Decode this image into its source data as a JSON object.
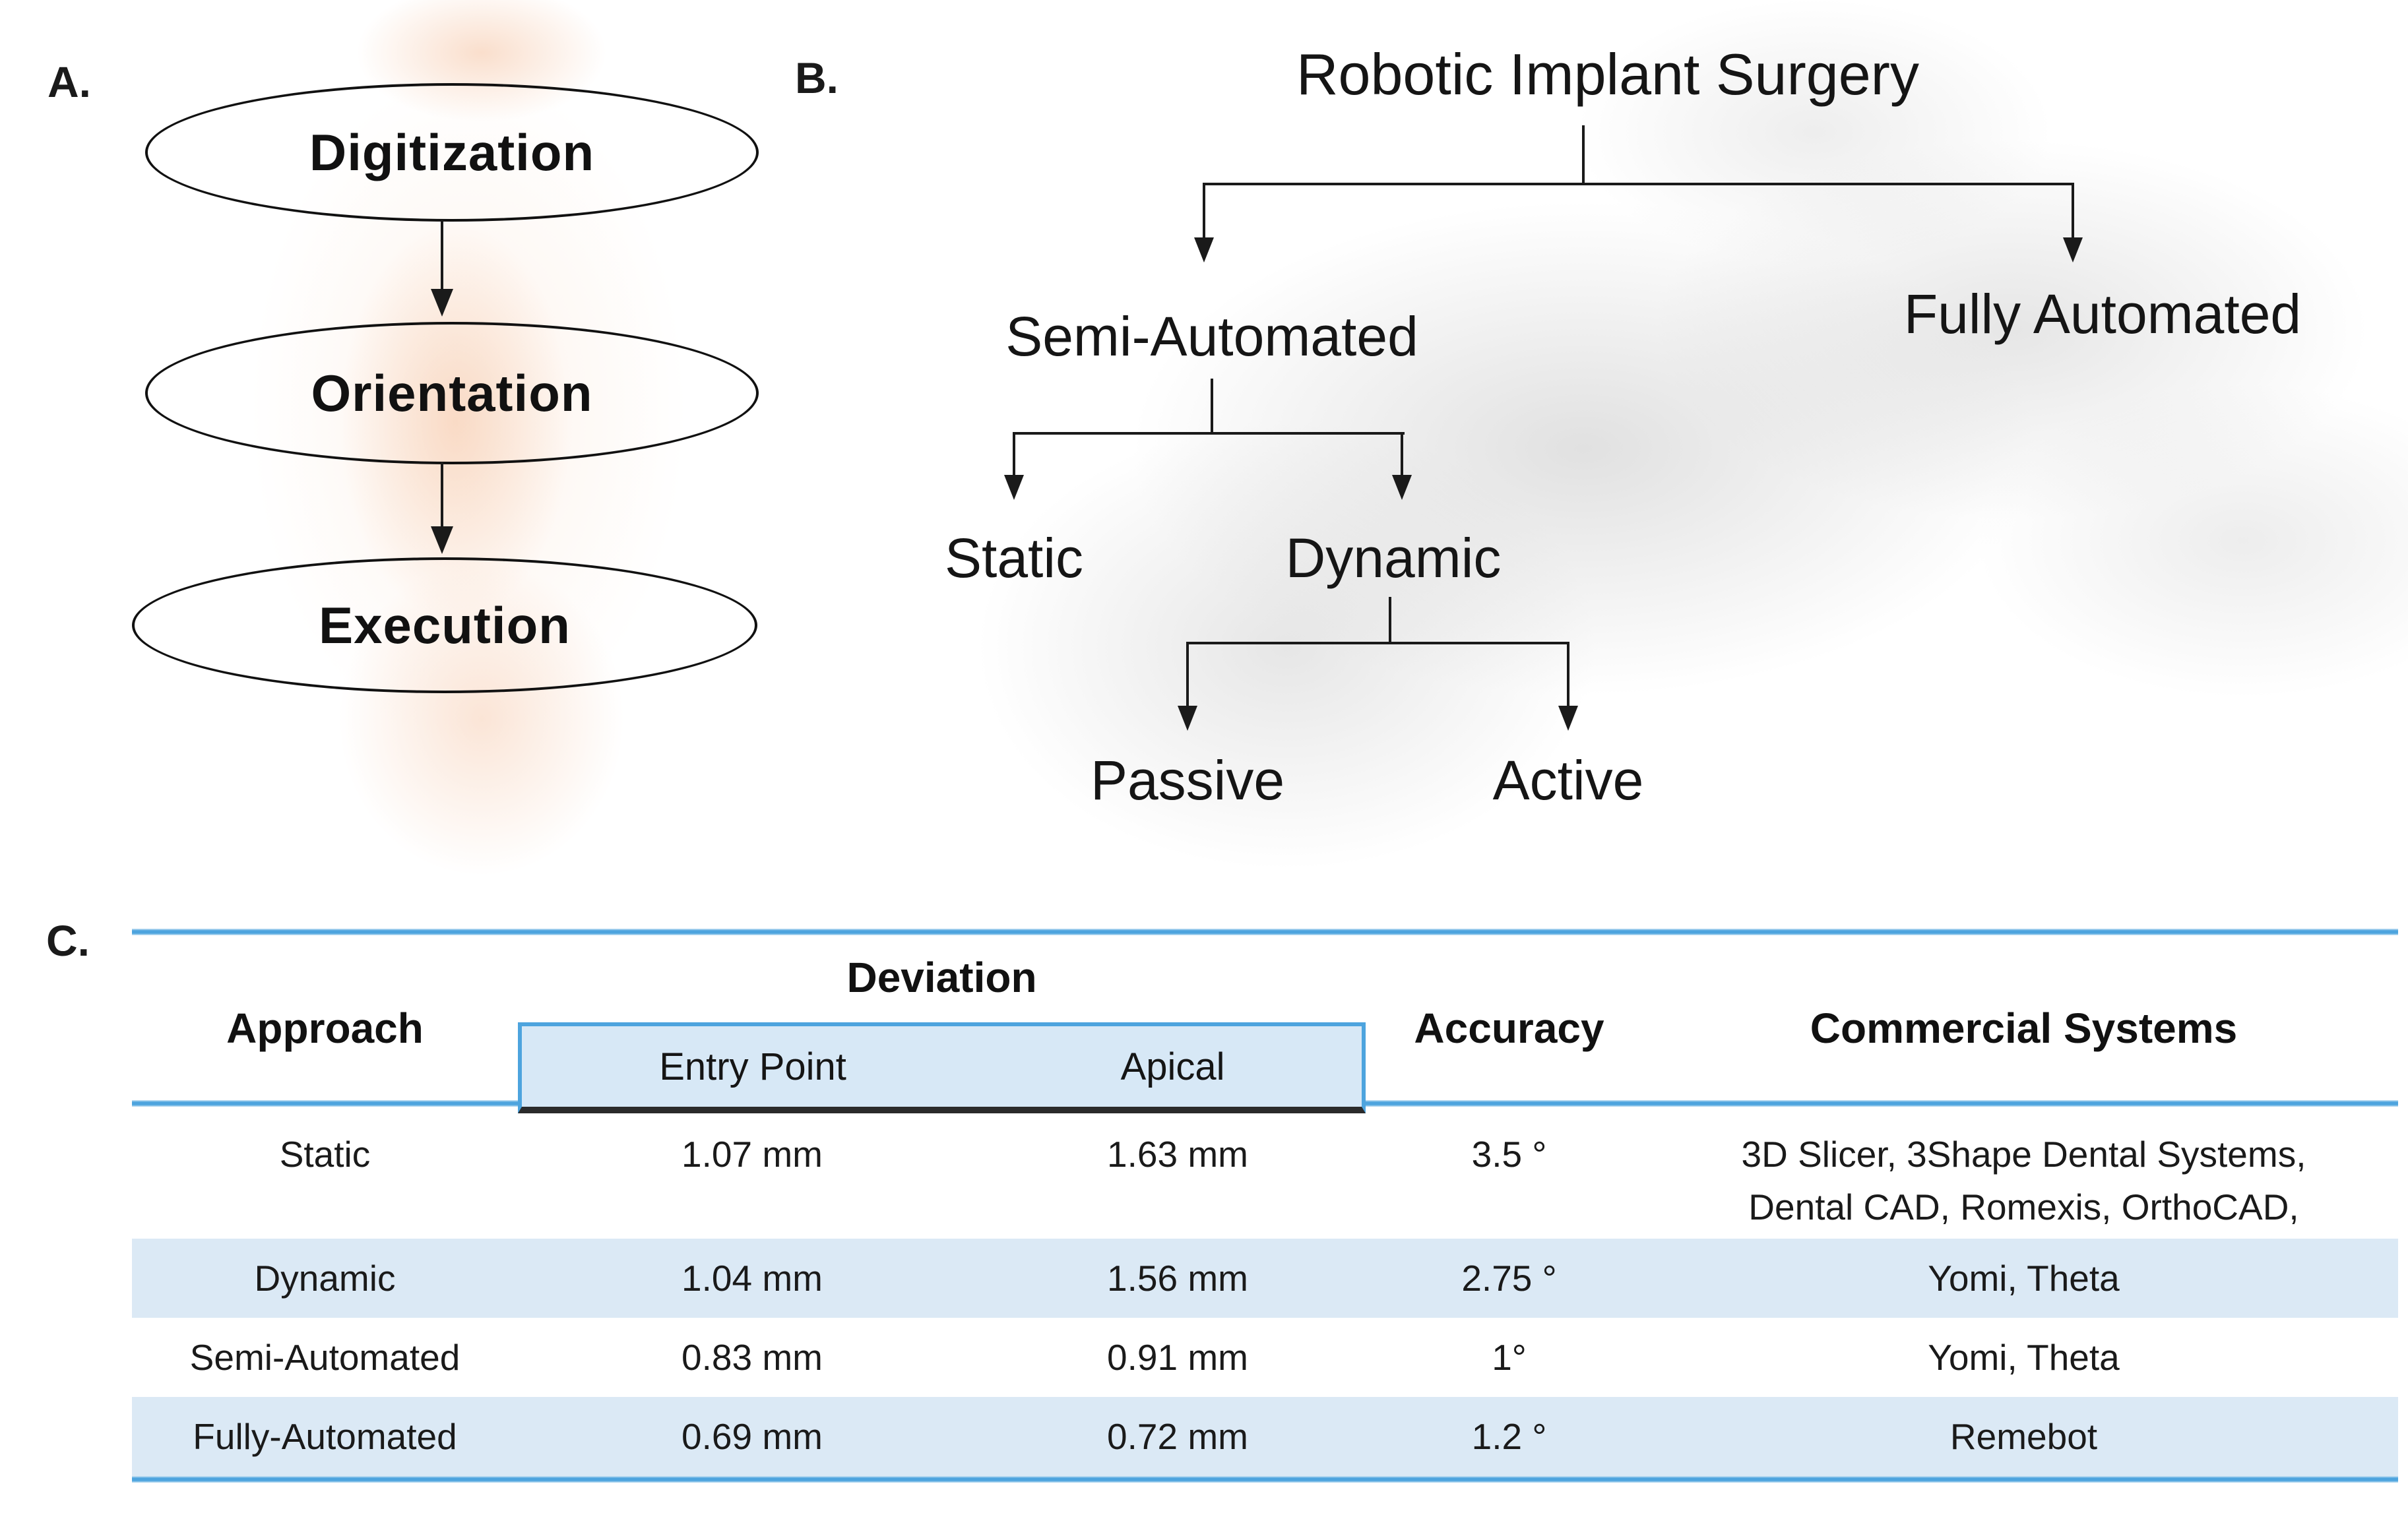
{
  "colors": {
    "accent_blue": "#4da4de",
    "row_stripe_blue": "#dbe9f5",
    "deviation_box_fill": "#d7e8f6",
    "panel_a_glow": "#f7cdb1",
    "panel_b_glow": "#e0e0e0",
    "line_color": "#1a1a1a"
  },
  "panelA": {
    "label": "A.",
    "nodes": [
      "Digitization",
      "Orientation",
      "Execution"
    ]
  },
  "panelB": {
    "label": "B.",
    "root": "Robotic Implant Surgery",
    "branch_left": "Semi-Automated",
    "branch_right": "Fully Automated",
    "semi_children": [
      "Static",
      "Dynamic"
    ],
    "dynamic_children": [
      "Passive",
      "Active"
    ]
  },
  "panelC": {
    "label": "C.",
    "headers": {
      "approach": "Approach",
      "deviation": "Deviation",
      "entry_point": "Entry Point",
      "apical": "Apical",
      "accuracy": "Accuracy",
      "commercial": "Commercial Systems"
    },
    "rows": [
      {
        "approach": "Static",
        "entry": "1.07 mm",
        "apical": "1.63 mm",
        "accuracy": "3.5 °",
        "systems": [
          "3D Slicer, 3Shape Dental Systems,",
          "Dental CAD, Romexis, OrthoCAD,"
        ]
      },
      {
        "approach": "Dynamic",
        "entry": "1.04 mm",
        "apical": "1.56 mm",
        "accuracy": "2.75 °",
        "systems": [
          "Yomi, Theta"
        ]
      },
      {
        "approach": "Semi-Automated",
        "entry": "0.83 mm",
        "apical": "0.91 mm",
        "accuracy": "1°",
        "systems": [
          "Yomi, Theta"
        ]
      },
      {
        "approach": "Fully-Automated",
        "entry": "0.69 mm",
        "apical": "0.72 mm",
        "accuracy": "1.2 °",
        "systems": [
          "Remebot"
        ]
      }
    ]
  }
}
